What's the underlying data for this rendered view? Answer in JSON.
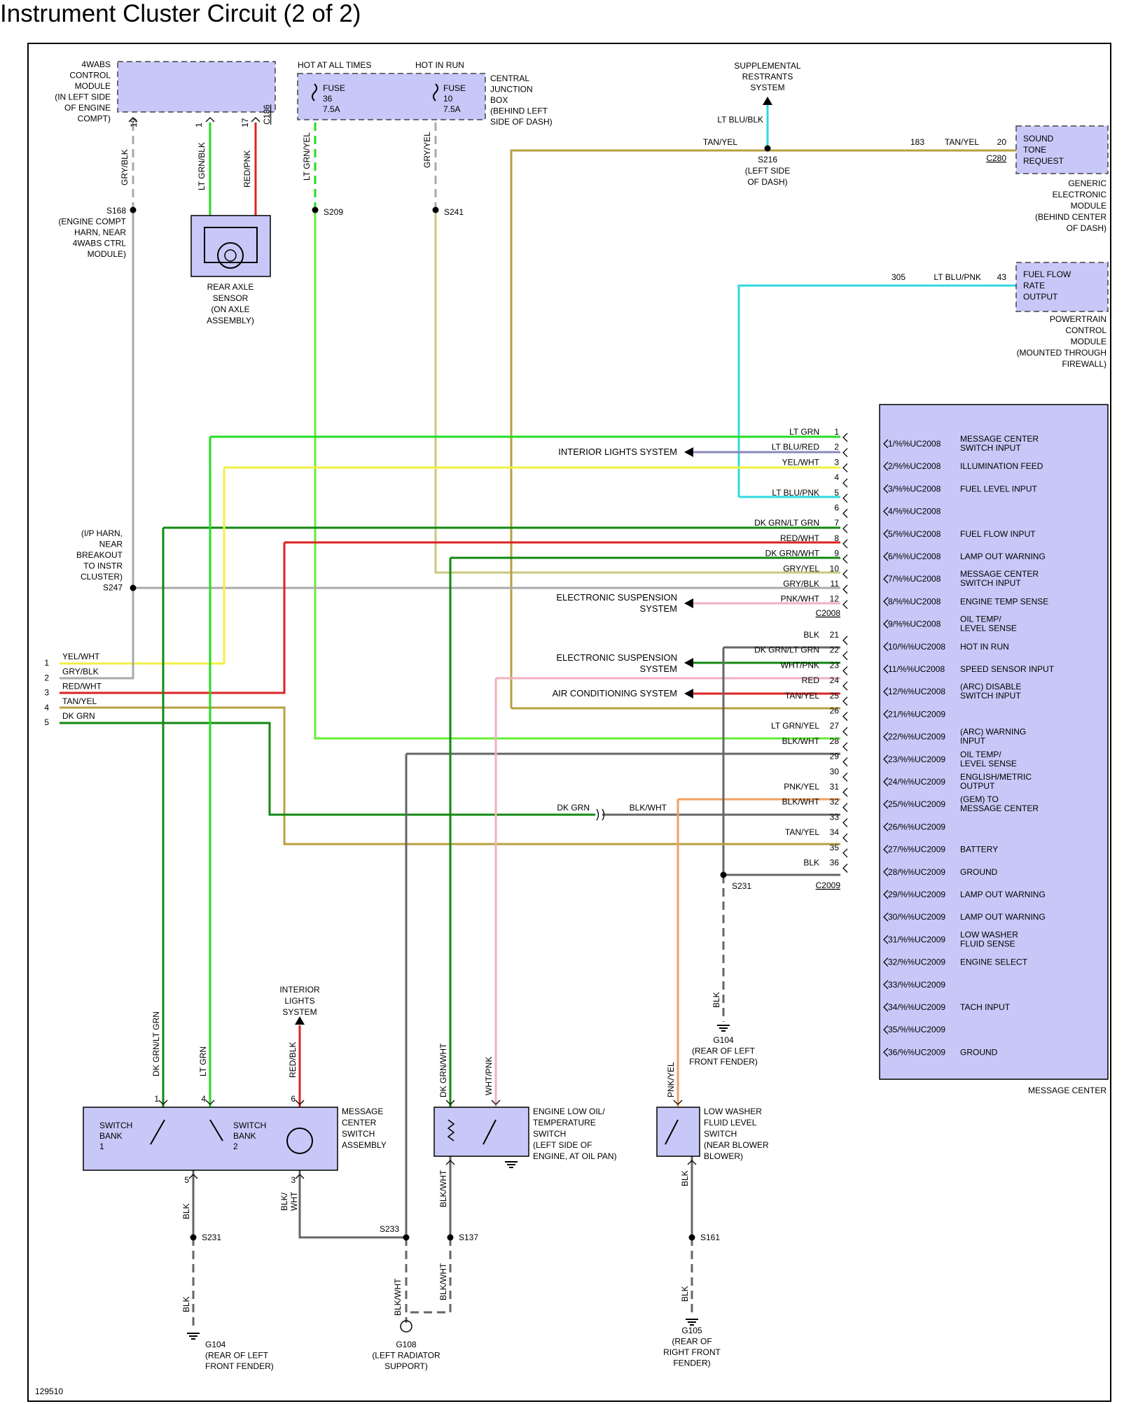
{
  "title": "Instrument Cluster Circuit (2 of 2)",
  "figure_number": "129510",
  "modules": {
    "wabs": [
      "4WABS",
      "CONTROL",
      "MODULE",
      "(IN LEFT SIDE",
      "OF ENGINE",
      "COMPT)"
    ],
    "cjb_hot_at_all_times": "HOT AT ALL TIMES",
    "cjb_hot_in_run": "HOT IN RUN",
    "cjb_fuse36": [
      "FUSE",
      "36",
      "7.5A"
    ],
    "cjb_fuse10": [
      "FUSE",
      "10",
      "7.5A"
    ],
    "cjb": [
      "CENTRAL",
      "JUNCTION",
      "BOX",
      "(BEHIND LEFT",
      "SIDE OF DASH)"
    ],
    "srs": [
      "SUPPLEMENTAL",
      "RESTRANTS",
      "SYSTEM"
    ],
    "gem_box": [
      "SOUND",
      "TONE",
      "REQUEST"
    ],
    "gem": [
      "GENERIC",
      "ELECTRONIC",
      "MODULE",
      "(BEHIND CENTER",
      "OF DASH)"
    ],
    "pcm_box": [
      "FUEL FLOW",
      "RATE",
      "OUTPUT"
    ],
    "pcm": [
      "POWERTRAIN",
      "CONTROL",
      "MODULE",
      "(MOUNTED THROUGH",
      "FIREWALL)"
    ],
    "rear_axle": [
      "REAR AXLE",
      "SENSOR",
      "(ON AXLE",
      "ASSEMBLY)"
    ],
    "message_center": "MESSAGE CENTER",
    "mcsa": [
      "MESSAGE",
      "CENTER",
      "SWITCH",
      "ASSEMBLY"
    ],
    "switch_bank_1": [
      "SWITCH",
      "BANK",
      "1"
    ],
    "switch_bank_2": [
      "SWITCH",
      "BANK",
      "2"
    ],
    "oil_switch": [
      "ENGINE LOW OIL/",
      "TEMPERATURE",
      "SWITCH",
      "(LEFT SIDE OF",
      "ENGINE, AT OIL PAN)"
    ],
    "washer_switch": [
      "LOW WASHER",
      "FLUID LEVEL",
      "SWITCH",
      "(NEAR BLOWER",
      "BLOWER)"
    ],
    "interior_lights_top": [
      "INTERIOR",
      "LIGHTS",
      "SYSTEM"
    ]
  },
  "splices": {
    "s168": [
      "S168",
      "(ENGINE COMPT",
      "HARN, NEAR",
      "4WABS CTRL",
      "MODULE)"
    ],
    "s209": "S209",
    "s241": "S241",
    "s216": [
      "S216",
      "(LEFT SIDE",
      "OF DASH)"
    ],
    "s247": [
      "(I/P HARN,",
      "NEAR",
      "BREAKOUT",
      "TO INSTR",
      "CLUSTER)",
      "S247"
    ],
    "s231a": "S231",
    "s231b": "S231",
    "s233": "S233",
    "s137": "S137",
    "s161": "S161"
  },
  "grounds": {
    "g104_a": [
      "G104",
      "(REAR OF LEFT",
      "FRONT FENDER)"
    ],
    "g104_b": [
      "G104",
      "(REAR OF LEFT",
      "FRONT FENDER)"
    ],
    "g108": [
      "G108",
      "(LEFT RADIATOR",
      "SUPPORT)"
    ],
    "g105": [
      "G105",
      "(REAR OF",
      "RIGHT FRONT",
      "FENDER)"
    ]
  },
  "connectors": {
    "c186": "C186",
    "c280": "C280",
    "c2008": "C2008",
    "c2009": "C2009"
  },
  "top_wires": {
    "wabs_pins": [
      "19",
      "1",
      "17"
    ],
    "wabs_colors": [
      "GRY/BLK",
      "LT GRN/BLK",
      "RED/PNK"
    ],
    "cjb_colors": [
      "LT GRN/YEL",
      "GRY/YEL"
    ],
    "srs_color": "LT BLU/BLK",
    "gem_circuit": "183",
    "gem_color": "TAN/YEL",
    "gem_pin": "20",
    "tan_yel_left": "TAN/YEL",
    "pcm_circuit": "305",
    "pcm_color": "LT BLU/PNK",
    "pcm_pin": "43"
  },
  "c2008_wires": [
    {
      "pin": "1",
      "color": "LT GRN"
    },
    {
      "pin": "2",
      "color": "LT BLU/RED"
    },
    {
      "pin": "3",
      "color": "YEL/WHT"
    },
    {
      "pin": "4",
      "color": ""
    },
    {
      "pin": "5",
      "color": "LT BLU/PNK"
    },
    {
      "pin": "6",
      "color": ""
    },
    {
      "pin": "7",
      "color": "DK GRN/LT GRN"
    },
    {
      "pin": "8",
      "color": "RED/WHT"
    },
    {
      "pin": "9",
      "color": "DK GRN/WHT"
    },
    {
      "pin": "10",
      "color": "GRY/YEL"
    },
    {
      "pin": "11",
      "color": "GRY/BLK"
    },
    {
      "pin": "12",
      "color": "PNK/WHT"
    }
  ],
  "c2009_wires": [
    {
      "pin": "21",
      "color": "BLK"
    },
    {
      "pin": "22",
      "color": "DK GRN/LT GRN"
    },
    {
      "pin": "23",
      "color": "WHT/PNK"
    },
    {
      "pin": "24",
      "color": "RED"
    },
    {
      "pin": "25",
      "color": "TAN/YEL"
    },
    {
      "pin": "26",
      "color": ""
    },
    {
      "pin": "27",
      "color": "LT GRN/YEL"
    },
    {
      "pin": "28",
      "color": "BLK/WHT"
    },
    {
      "pin": "29",
      "color": ""
    },
    {
      "pin": "30",
      "color": ""
    },
    {
      "pin": "31",
      "color": "PNK/YEL"
    },
    {
      "pin": "32",
      "color": "BLK/WHT"
    },
    {
      "pin": "33",
      "color": ""
    },
    {
      "pin": "34",
      "color": "TAN/YEL"
    },
    {
      "pin": "35",
      "color": ""
    },
    {
      "pin": "36",
      "color": "BLK"
    }
  ],
  "side_systems": {
    "interior_lights": "INTERIOR LIGHTS SYSTEM",
    "elec_susp_1": [
      "ELECTRONIC SUSPENSION",
      "SYSTEM"
    ],
    "elec_susp_2": [
      "ELECTRONIC SUSPENSION",
      "SYSTEM"
    ],
    "air_cond": "AIR CONDITIONING SYSTEM"
  },
  "left_wires": [
    {
      "pin": "1",
      "color": "YEL/WHT"
    },
    {
      "pin": "2",
      "color": "GRY/BLK"
    },
    {
      "pin": "3",
      "color": "RED/WHT"
    },
    {
      "pin": "4",
      "color": "TAN/YEL"
    },
    {
      "pin": "5",
      "color": "DK GRN"
    }
  ],
  "mid_labels": {
    "dk_grn": "DK GRN",
    "blk_wht": "BLK/WHT"
  },
  "mc_pins": [
    {
      "pin": "1/%%UC2008",
      "name": [
        "MESSAGE CENTER",
        "SWITCH INPUT"
      ]
    },
    {
      "pin": "2/%%UC2008",
      "name": [
        "ILLUMINATION FEED"
      ]
    },
    {
      "pin": "3/%%UC2008",
      "name": [
        "FUEL LEVEL INPUT"
      ]
    },
    {
      "pin": "4/%%UC2008",
      "name": []
    },
    {
      "pin": "5/%%UC2008",
      "name": [
        "FUEL FLOW INPUT"
      ]
    },
    {
      "pin": "6/%%UC2008",
      "name": [
        "LAMP OUT WARNING"
      ]
    },
    {
      "pin": "7/%%UC2008",
      "name": [
        "MESSAGE CENTER",
        "SWITCH INPUT"
      ]
    },
    {
      "pin": "8/%%UC2008",
      "name": [
        "ENGINE TEMP SENSE"
      ]
    },
    {
      "pin": "9/%%UC2008",
      "name": [
        "OIL TEMP/",
        "LEVEL SENSE"
      ]
    },
    {
      "pin": "10/%%UC2008",
      "name": [
        "HOT IN RUN"
      ]
    },
    {
      "pin": "11/%%UC2008",
      "name": [
        "SPEED SENSOR INPUT"
      ]
    },
    {
      "pin": "12/%%UC2008",
      "name": [
        "(ARC) DISABLE",
        "SWITCH INPUT"
      ]
    },
    {
      "pin": "21/%%UC2009",
      "name": []
    },
    {
      "pin": "22/%%UC2009",
      "name": [
        "(ARC) WARNING",
        "INPUT"
      ]
    },
    {
      "pin": "23/%%UC2009",
      "name": [
        "OIL TEMP/",
        "LEVEL SENSE"
      ]
    },
    {
      "pin": "24/%%UC2009",
      "name": [
        "ENGLISH/METRIC",
        "OUTPUT"
      ]
    },
    {
      "pin": "25/%%UC2009",
      "name": [
        "(GEM) TO",
        "MESSAGE CENTER"
      ]
    },
    {
      "pin": "26/%%UC2009",
      "name": []
    },
    {
      "pin": "27/%%UC2009",
      "name": [
        "BATTERY"
      ]
    },
    {
      "pin": "28/%%UC2009",
      "name": [
        "GROUND"
      ]
    },
    {
      "pin": "29/%%UC2009",
      "name": [
        "LAMP OUT WARNING"
      ]
    },
    {
      "pin": "30/%%UC2009",
      "name": [
        "LAMP OUT WARNING"
      ]
    },
    {
      "pin": "31/%%UC2009",
      "name": [
        "LOW WASHER",
        "FLUID SENSE"
      ]
    },
    {
      "pin": "32/%%UC2009",
      "name": [
        "ENGINE SELECT"
      ]
    },
    {
      "pin": "33/%%UC2009",
      "name": []
    },
    {
      "pin": "34/%%UC2009",
      "name": [
        "TACH INPUT"
      ]
    },
    {
      "pin": "35/%%UC2009",
      "name": []
    },
    {
      "pin": "36/%%UC2009",
      "name": [
        "GROUND"
      ]
    }
  ],
  "bottom_wires": {
    "mcsa_pins": [
      "1",
      "4",
      "6",
      "5",
      "3"
    ],
    "mcsa_colors": [
      "DK GRN/LT GRN",
      "LT GRN",
      "RED/BLK",
      "BLK",
      "BLK/ WHT"
    ],
    "oil_colors": [
      "DK GRN/WHT",
      "WHT/PNK",
      "BLK/WHT"
    ],
    "washer_colors": [
      "PNK/YEL",
      "BLK"
    ],
    "g_colors": [
      "BLK",
      "BLK/WHT",
      "BLK/WHT",
      "BLK",
      "BLK"
    ]
  },
  "colors": {
    "module_fill": "#c8c8f8",
    "lt_grn": "#22dd22",
    "dk_grn": "#118811",
    "yellow": "#f0f040",
    "red": "#dd2222",
    "tan": "#b8a040",
    "gray": "#aaaaaa",
    "cyan": "#30d8e0",
    "pink": "#f0b0c0",
    "orange": "#f0a060",
    "black": "#555555"
  }
}
